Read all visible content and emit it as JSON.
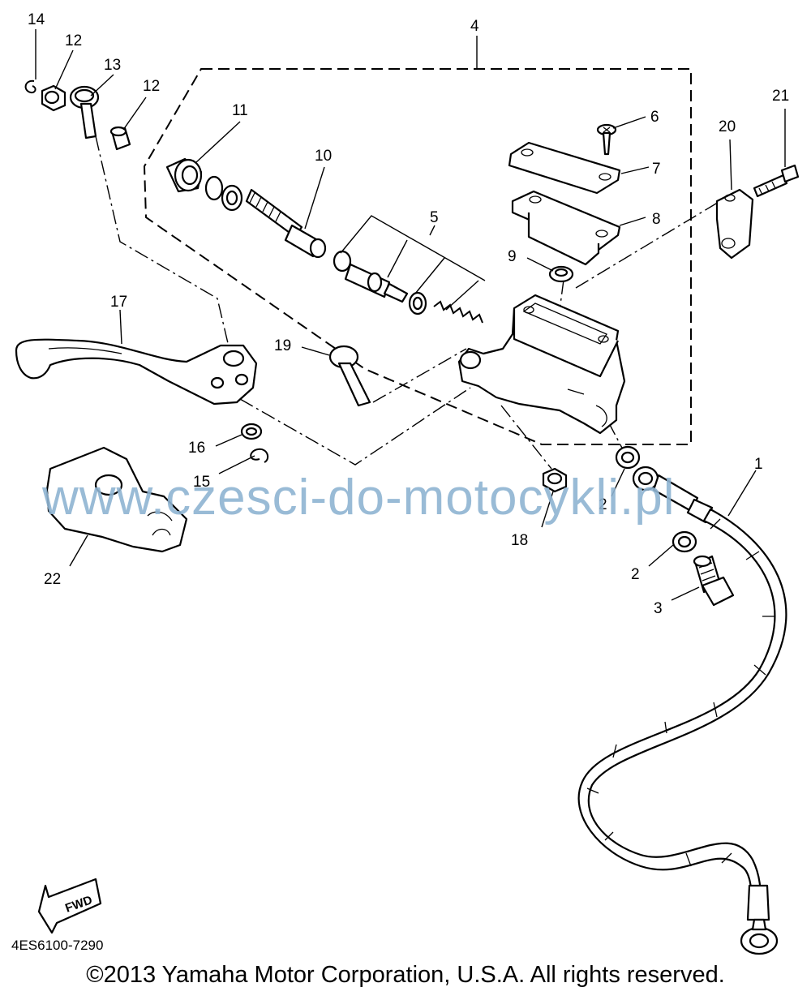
{
  "callouts": [
    {
      "id": "1",
      "label": "1"
    },
    {
      "id": "2a",
      "label": "2"
    },
    {
      "id": "2b",
      "label": "2"
    },
    {
      "id": "3",
      "label": "3"
    },
    {
      "id": "4",
      "label": "4"
    },
    {
      "id": "5",
      "label": "5"
    },
    {
      "id": "6",
      "label": "6"
    },
    {
      "id": "7",
      "label": "7"
    },
    {
      "id": "8",
      "label": "8"
    },
    {
      "id": "9",
      "label": "9"
    },
    {
      "id": "10",
      "label": "10"
    },
    {
      "id": "11",
      "label": "11"
    },
    {
      "id": "12a",
      "label": "12"
    },
    {
      "id": "12b",
      "label": "12"
    },
    {
      "id": "13",
      "label": "13"
    },
    {
      "id": "14",
      "label": "14"
    },
    {
      "id": "15",
      "label": "15"
    },
    {
      "id": "16",
      "label": "16"
    },
    {
      "id": "17",
      "label": "17"
    },
    {
      "id": "18",
      "label": "18"
    },
    {
      "id": "19",
      "label": "19"
    },
    {
      "id": "20",
      "label": "20"
    },
    {
      "id": "21",
      "label": "21"
    },
    {
      "id": "22",
      "label": "22"
    }
  ],
  "fwd_label": "FWD",
  "diagram_code": "4ES6100-7290",
  "watermark": "www.czesci-do-motocykli.pl",
  "copyright": "©2013 Yamaha Motor Corporation, U.S.A. All rights reserved."
}
